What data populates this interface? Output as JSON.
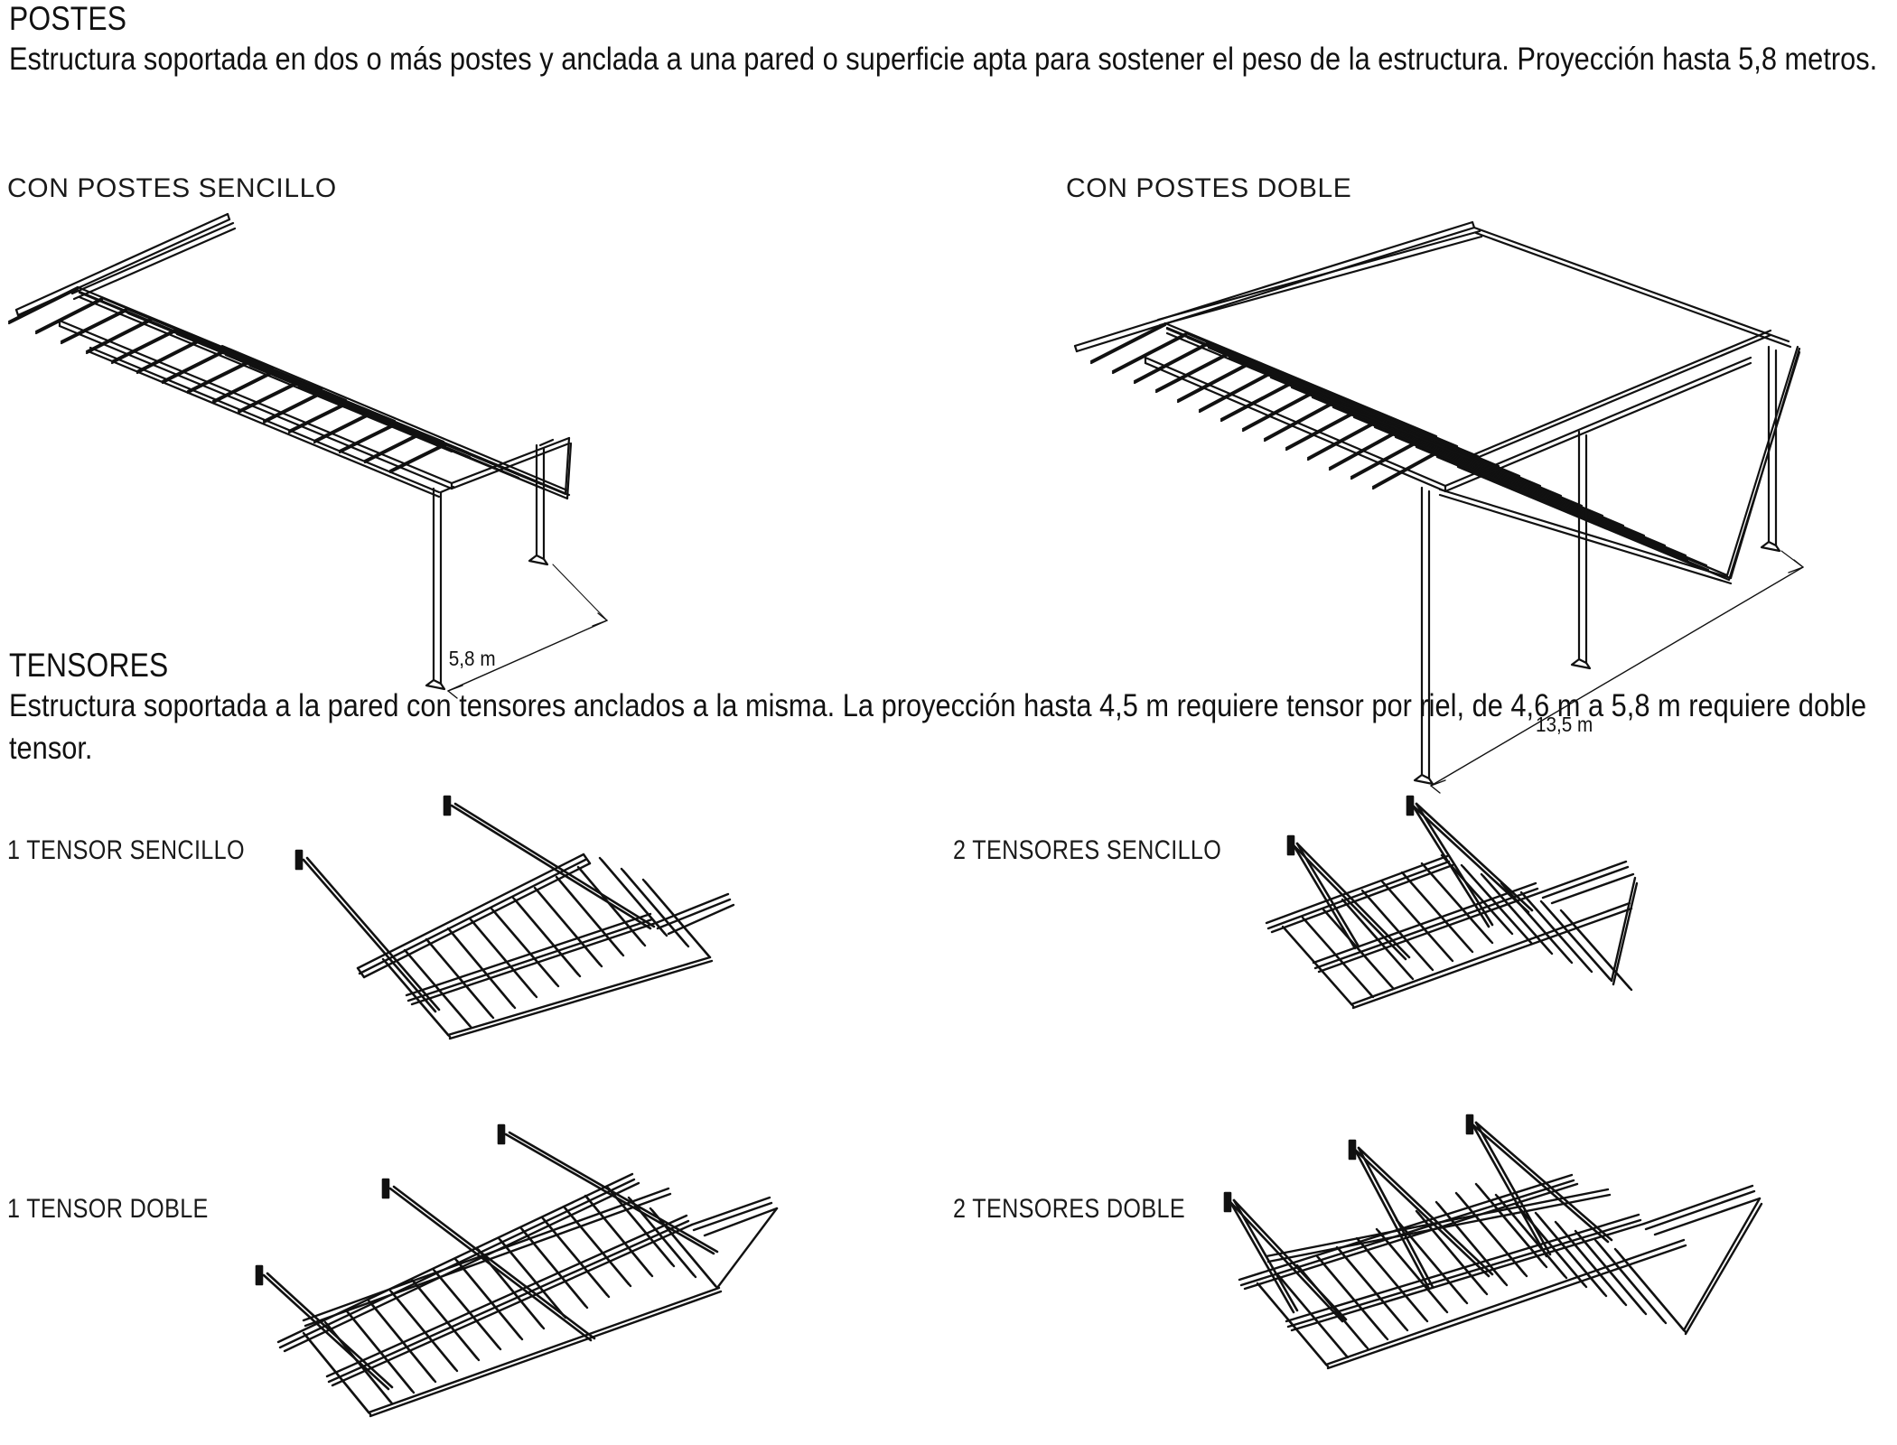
{
  "document": {
    "language": "es",
    "background_color": "#ffffff",
    "line_color": "#111111"
  },
  "sections": [
    {
      "id": "postes",
      "title": "POSTES",
      "paragraph": "Estructura soportada en dos o más postes y anclada a una pared o superficie apta para sostener el peso de la estructura. Proyección hasta 5,8 metros.",
      "figures": [
        {
          "id": "con-postes-sencillo",
          "label": "CON POSTES SENCILLO",
          "label_style": "regular",
          "dimension": "5,8 m",
          "bays": 1,
          "posts": 2,
          "rafters": 16
        },
        {
          "id": "con-postes-doble",
          "label": "CON POSTES DOBLE",
          "label_style": "regular",
          "dimension": "13,5 m",
          "bays": 2,
          "posts": 3,
          "rafters": 22
        }
      ]
    },
    {
      "id": "tensores",
      "title": "TENSORES",
      "paragraph": "Estructura soportada a la pared con tensores anclados a la misma. La proyección hasta 4,5 m requiere tensor por riel, de 4,6 m a 5,8 m requiere doble tensor.",
      "figures": [
        {
          "id": "1-tensor-sencillo",
          "label": "1 TENSOR SENCILLO",
          "label_style": "condensed",
          "tensors": 2,
          "tensor_arms": 1,
          "bays": 1,
          "rafters": 13
        },
        {
          "id": "2-tensores-sencillo",
          "label": "2 TENSORES SENCILLO",
          "label_style": "condensed",
          "tensors": 2,
          "tensor_arms": 2,
          "bays": 1,
          "rafters": 15
        },
        {
          "id": "1-tensor-doble",
          "label": "1 TENSOR DOBLE",
          "label_style": "condensed",
          "tensors": 3,
          "tensor_arms": 1,
          "bays": 2,
          "rafters": 17
        },
        {
          "id": "2-tensores-doble",
          "label": "2 TENSORES DOBLE",
          "label_style": "condensed",
          "tensors": 3,
          "tensor_arms": 2,
          "bays": 2,
          "rafters": 19
        }
      ]
    }
  ]
}
